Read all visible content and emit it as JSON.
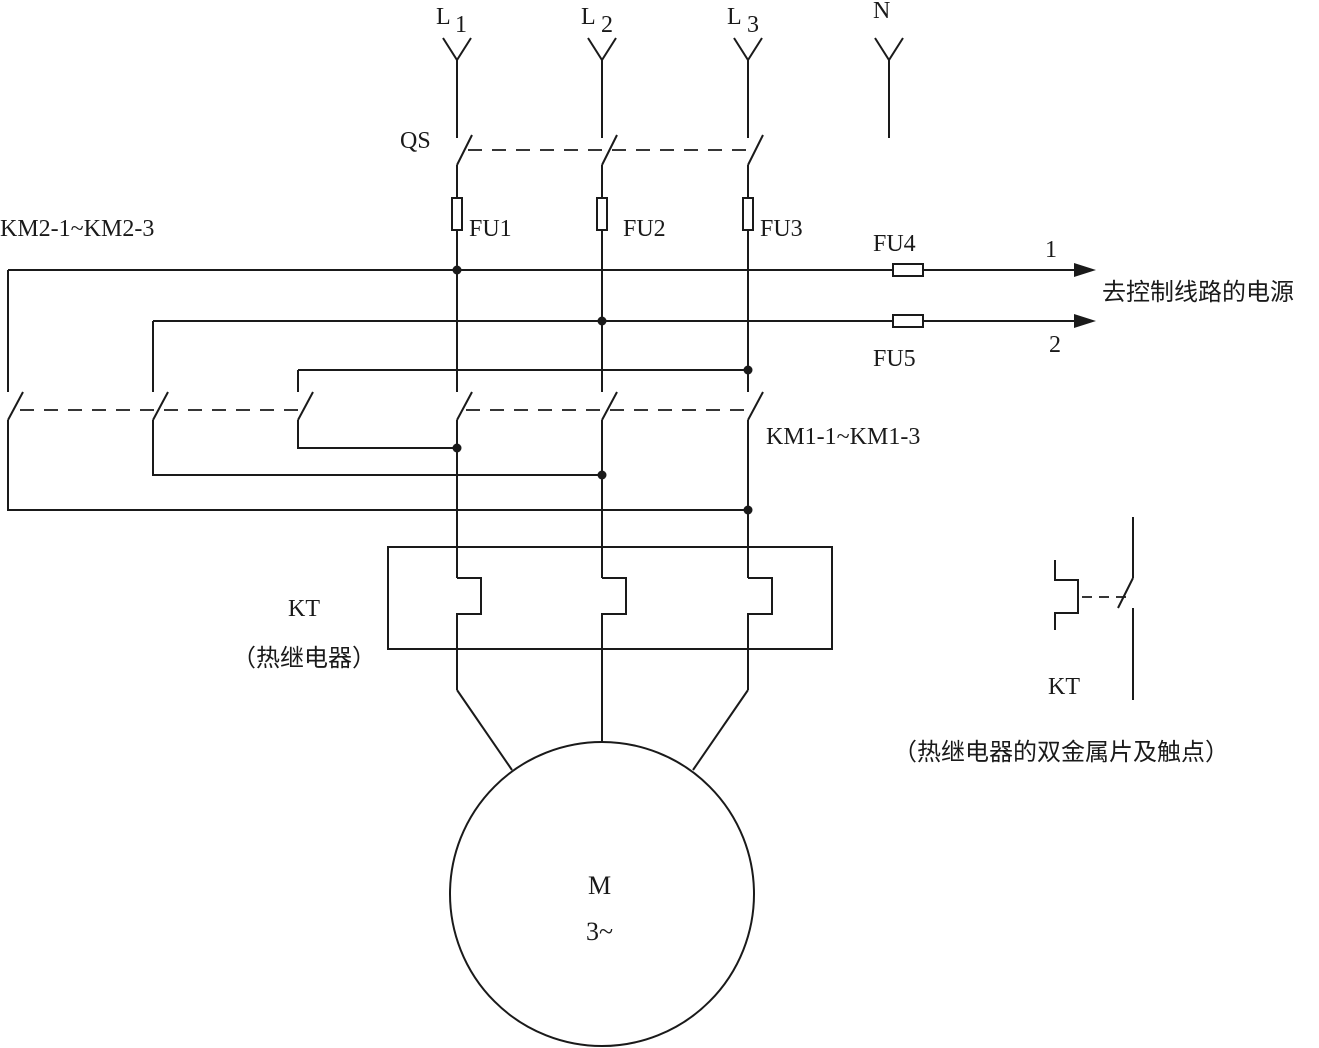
{
  "labels": {
    "L": "L",
    "l1_sub": "1",
    "l2_sub": "2",
    "l3_sub": "3",
    "n": "N",
    "qs": "QS",
    "fu1": "FU1",
    "fu2": "FU2",
    "fu3": "FU3",
    "fu4": "FU4",
    "fu5": "FU5",
    "out1": "1",
    "out2": "2",
    "control_power": "去控制线路的电源",
    "km2": "KM2-1~KM2-3",
    "km1": "KM1-1~KM1-3",
    "kt": "KT",
    "kt_desc": "（热继电器）",
    "kt2": "KT",
    "kt2_desc": "（热继电器的双金属片及触点）",
    "motor_m": "M",
    "motor_phase": "3~"
  }
}
